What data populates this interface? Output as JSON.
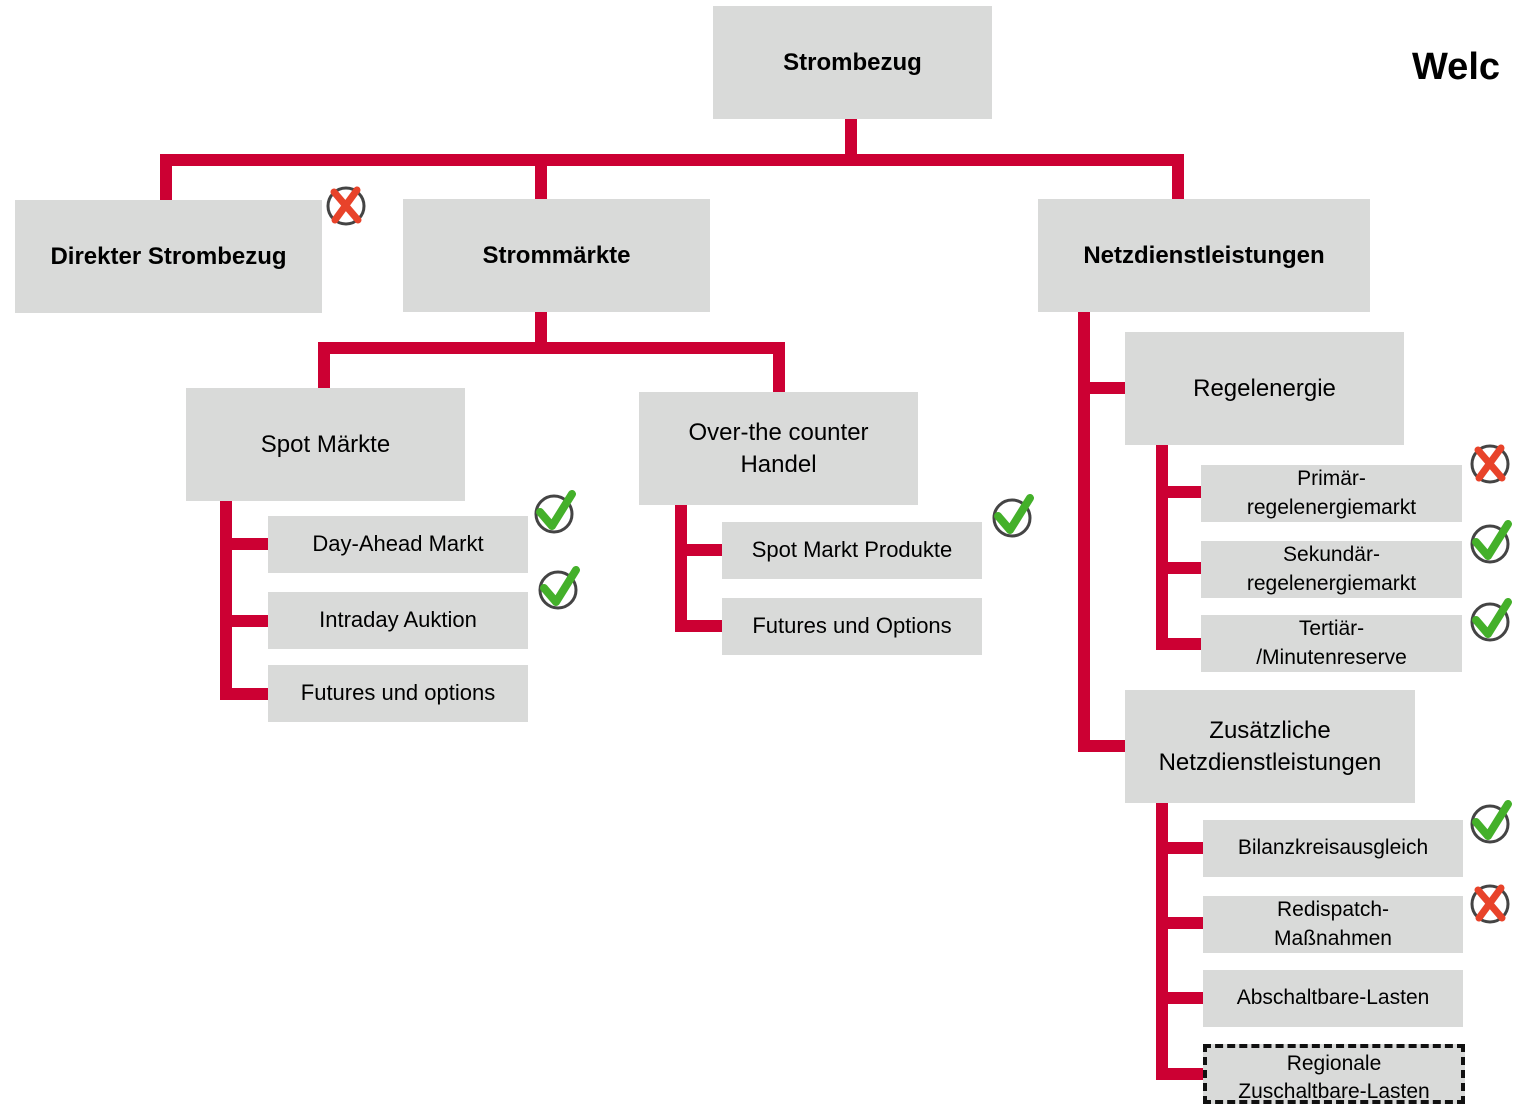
{
  "heading": "Welc",
  "root": {
    "label": "Strombezug"
  },
  "level1": {
    "direkt": {
      "label": "Direkter Strombezug",
      "status": "cross"
    },
    "strommaerkte": {
      "label": "Strommärkte"
    },
    "netz": {
      "label": "Netzdienstleistungen"
    }
  },
  "spot": {
    "label": "Spot Märkte",
    "items": [
      {
        "label": "Day-Ahead Markt",
        "status": "check"
      },
      {
        "label": "Intraday Auktion",
        "status": "check"
      },
      {
        "label": "Futures und options",
        "status": ""
      }
    ]
  },
  "otc": {
    "label_line1": "Over-the counter",
    "label_line2": "Handel",
    "items": [
      {
        "label": "Spot Markt Produkte",
        "status": "check"
      },
      {
        "label": "Futures und Options",
        "status": ""
      }
    ]
  },
  "regel": {
    "label": "Regelenergie",
    "items": [
      {
        "line1": "Primär-",
        "line2": "regelenergiemarkt",
        "status": "cross"
      },
      {
        "line1": "Sekundär-",
        "line2": "regelenergiemarkt",
        "status": "check"
      },
      {
        "line1": "Tertiär-",
        "line2": "/Minutenreserve",
        "status": "check"
      }
    ]
  },
  "zusatz": {
    "label_line1": "Zusätzliche",
    "label_line2": "Netzdienstleistungen",
    "items": [
      {
        "line1": "Bilanzkreisausgleich",
        "line2": "",
        "status": "check"
      },
      {
        "line1": "Redispatch-",
        "line2": "Maßnahmen",
        "status": "cross"
      },
      {
        "line1": "Abschaltbare-Lasten",
        "line2": "",
        "status": ""
      },
      {
        "line1": "Regionale",
        "line2": "Zuschaltbare-Lasten",
        "status": ""
      }
    ]
  },
  "colors": {
    "connector": "#cc0033",
    "box": "#d9dad9",
    "check": "#44b02a",
    "cross": "#e8432a"
  }
}
